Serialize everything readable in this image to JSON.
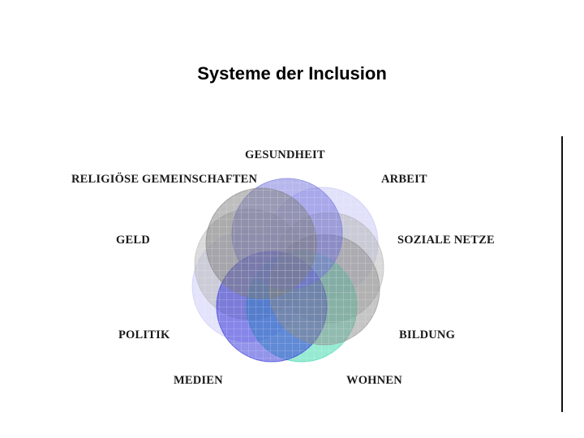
{
  "title": "Systeme der Inclusion",
  "circles": [
    {
      "key": "gesundheit",
      "label": "GESUNDHEIT",
      "color": "#6f6fdc"
    },
    {
      "key": "arbeit",
      "label": "ARBEIT",
      "color": "#c4c4f6"
    },
    {
      "key": "soziale",
      "label": "SOZIALE NETZE",
      "color": "#b3b3b3"
    },
    {
      "key": "bildung",
      "label": "BILDUNG",
      "color": "#8c8c8c"
    },
    {
      "key": "wohnen",
      "label": "WOHNEN",
      "color": "#2fd6a6"
    },
    {
      "key": "medien",
      "label": "MEDIEN",
      "color": "#2a2ad8"
    },
    {
      "key": "politik",
      "label": "POLITIK",
      "color": "#c8c8f8"
    },
    {
      "key": "geld",
      "label": "GELD",
      "color": "#b5b5b5"
    },
    {
      "key": "religioese",
      "label": "RELIGIÖSE GEMEINSCHAFTEN",
      "color": "#7e7e7e"
    }
  ]
}
